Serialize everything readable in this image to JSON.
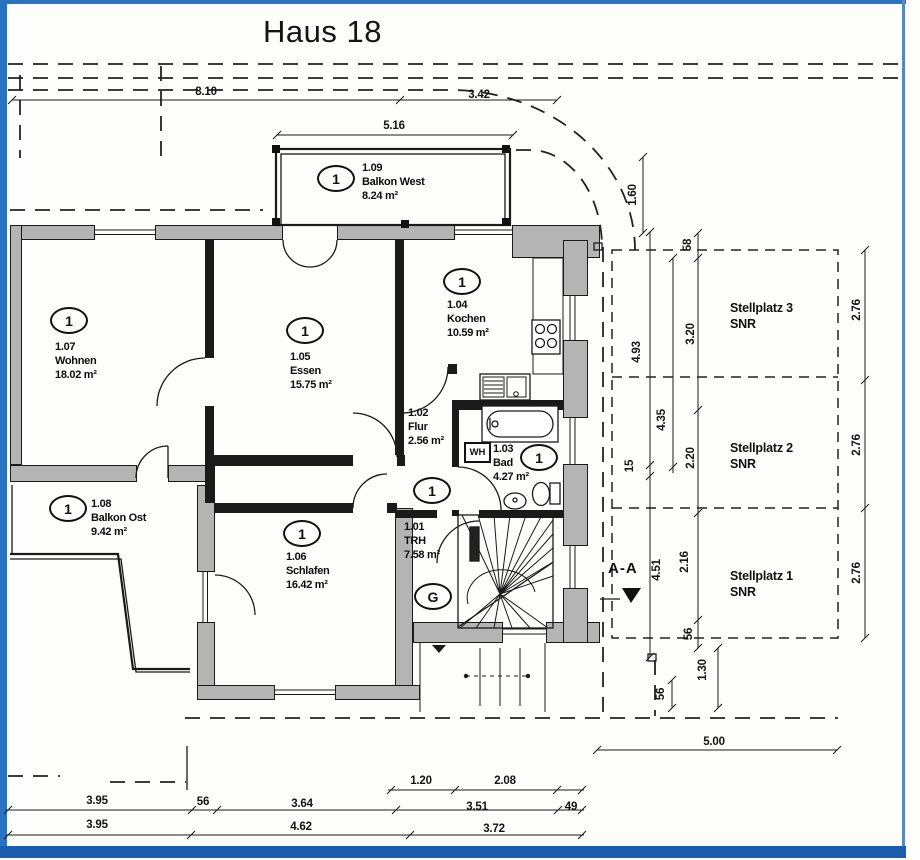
{
  "title": "Haus 18",
  "rooms": [
    {
      "num": "1.09",
      "name": "Balkon West",
      "area": "8.24 m²",
      "badge": "1"
    },
    {
      "num": "1.07",
      "name": "Wohnen",
      "area": "18.02 m²",
      "badge": "1"
    },
    {
      "num": "1.05",
      "name": "Essen",
      "area": "15.75 m²",
      "badge": "1"
    },
    {
      "num": "1.04",
      "name": "Kochen",
      "area": "10.59 m²",
      "badge": "1"
    },
    {
      "num": "1.02",
      "name": "Flur",
      "area": "2.56 m²",
      "badge": "1"
    },
    {
      "num": "1.03",
      "name": "Bad",
      "area": "4.27 m²",
      "badge": "1"
    },
    {
      "num": "1.08",
      "name": "Balkon Ost",
      "area": "9.42 m²",
      "badge": "1"
    },
    {
      "num": "1.06",
      "name": "Schlafen",
      "area": "16.42 m²",
      "badge": "1"
    },
    {
      "num": "1.01",
      "name": "TRH",
      "area": "7.58 m²",
      "badge": ""
    }
  ],
  "parking": [
    {
      "label": "Stellplatz 3",
      "sub": "SNR"
    },
    {
      "label": "Stellplatz 2",
      "sub": "SNR"
    },
    {
      "label": "Stellplatz 1",
      "sub": "SNR"
    }
  ],
  "markers": {
    "section": "A-A",
    "stair_ground": "G",
    "water_heater": "WH"
  },
  "dimensions": {
    "top": [
      "8.10",
      "3.42",
      "5.16"
    ],
    "right": [
      "1.60",
      "58",
      "3.20",
      "2.20",
      "2.16",
      "56",
      "4.93",
      "4.35",
      "15",
      "4.51",
      "56",
      "1.30"
    ],
    "far_right": [
      "2.76",
      "2.76",
      "2.76"
    ],
    "bottom_right": [
      "5.00"
    ],
    "bottom": [
      "1.20",
      "2.08",
      "3.95",
      "56",
      "3.64",
      "3.51",
      "49",
      "3.95",
      "4.62",
      "3.72"
    ]
  }
}
